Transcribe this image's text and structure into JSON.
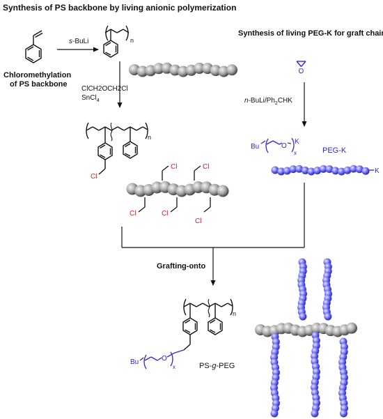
{
  "colors": {
    "black": "#111111",
    "red": "#e0201a",
    "blue": "#2a2ad6",
    "bead_grey_light": "#f2f2f2",
    "bead_grey_dark": "#3a3a3a",
    "bead_blue_light": "#e3e3ff",
    "bead_blue_dark": "#1f1fc8"
  },
  "texts": {
    "main_title": "Synthesis of PS backbone by living anionic polymerization",
    "peg_title": "Synthesis of living PEG-K for graft chain",
    "reagent_sbuli_prefix": "s",
    "reagent_sbuli_rest": "-BuLi",
    "chloromethylation_line1": "Chloromethylation",
    "chloromethylation_line2": "of PS backbone",
    "reagent_clch2_text": "ClCH2OCH2Cl",
    "reagent_sncl4_base": "SnCl",
    "reagent_sncl4_sub": "4",
    "reagent_nbuli_prefix": "n",
    "reagent_nbuli_mid": "-BuLi/Ph",
    "reagent_nbuli_sub": "2",
    "reagent_nbuli_end": "CHK",
    "n_sub": "n",
    "x_sub": "x",
    "cl": "Cl",
    "bu": "Bu",
    "o": "O",
    "k": "K",
    "peg_k_label": "PEG-K",
    "grafting_onto": "Grafting-onto",
    "product_ps": "PS-",
    "product_g": "g",
    "product_peg": "-PEG"
  }
}
